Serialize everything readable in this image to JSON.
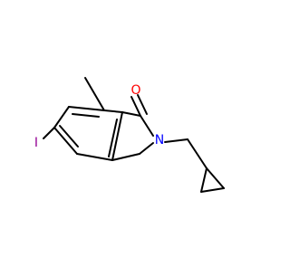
{
  "molecule": {
    "atoms": {
      "oxygen": "O",
      "nitrogen": "N",
      "iodine": "I"
    },
    "colors": {
      "bond": "#000000",
      "oxygen": "#ff0000",
      "nitrogen": "#0000ff",
      "iodine": "#940094"
    }
  }
}
